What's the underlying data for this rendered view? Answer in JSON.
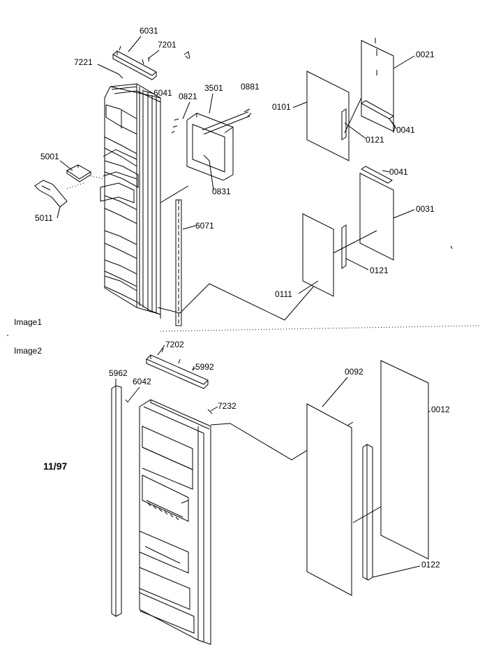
{
  "sections": {
    "image1": "Image1",
    "image2": "Image2"
  },
  "date_code": "11/97",
  "parts": {
    "p6031": "6031",
    "p7201": "7201",
    "p7221": "7221",
    "p6041": "6041",
    "p0821": "0821",
    "p3501": "3501",
    "p0881": "0881",
    "p0101": "0101",
    "p0021": "0021",
    "p0041a": "0041",
    "p0121a": "0121",
    "p5001": "5001",
    "p5011": "5011",
    "p0831": "0831",
    "p6071": "6071",
    "p0041b": "0041",
    "p0031": "0031",
    "p0121b": "0121",
    "p0111": "0111",
    "p7202": "7202",
    "p5992": "5992",
    "p5962": "5962",
    "p6042": "6042",
    "p7232": "7232",
    "p0092": "0092",
    "p0012": "0012",
    "p0122": "0122"
  }
}
